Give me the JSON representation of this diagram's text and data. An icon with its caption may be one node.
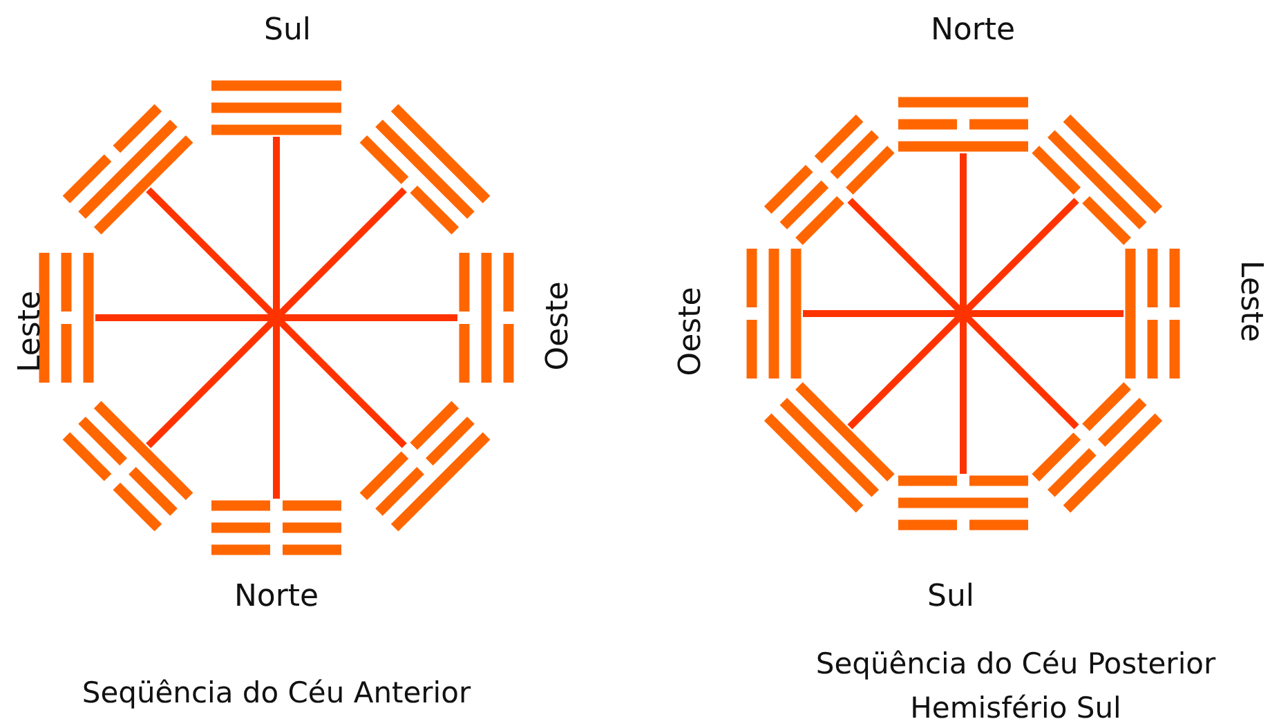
{
  "diagram": {
    "labels": [
      "Sul",
      "Norte",
      "Leste",
      "Oeste",
      "Oeste",
      "Leste",
      "Norte",
      "Sul",
      "Seqüência do Céu Anterior",
      "Seqüência do Céu Posterior Hemisfério Sul"
    ]
  }
}
